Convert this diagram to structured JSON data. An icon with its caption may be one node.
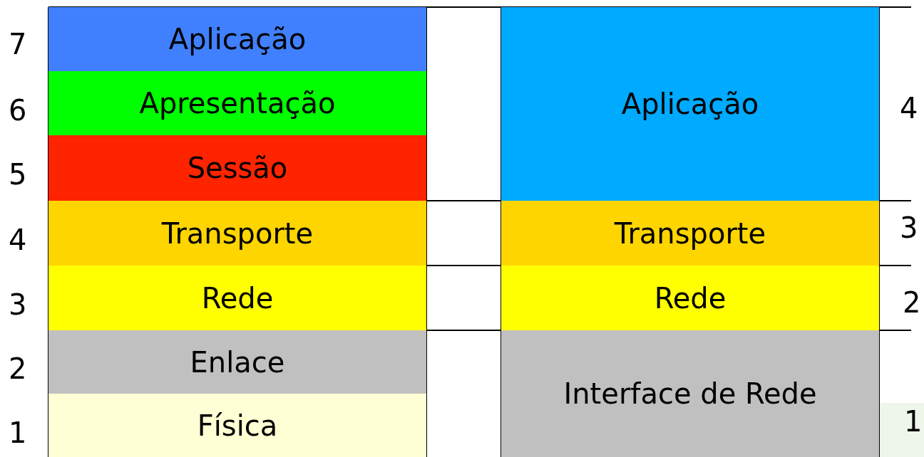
{
  "diagram": {
    "nodes": [
      {
        "text": [
          "Aplicação"
        ]
      },
      {
        "text": [
          "Apresentação"
        ]
      },
      {
        "text": [
          "Sessão"
        ]
      },
      {
        "text": [
          "Transporte"
        ]
      },
      {
        "text": [
          "Rede"
        ]
      },
      {
        "text": [
          "Enlace"
        ]
      },
      {
        "text": [
          "Física"
        ]
      },
      {
        "text": [
          "Aplicação"
        ]
      },
      {
        "text": [
          "Transporte"
        ]
      },
      {
        "text": [
          "Rede"
        ]
      },
      {
        "text": [
          "Interface de Rede"
        ]
      }
    ],
    "labels": [
      "7",
      "6",
      "5",
      "4",
      "3",
      "2",
      "1",
      "4",
      "3",
      "2",
      "1"
    ]
  }
}
